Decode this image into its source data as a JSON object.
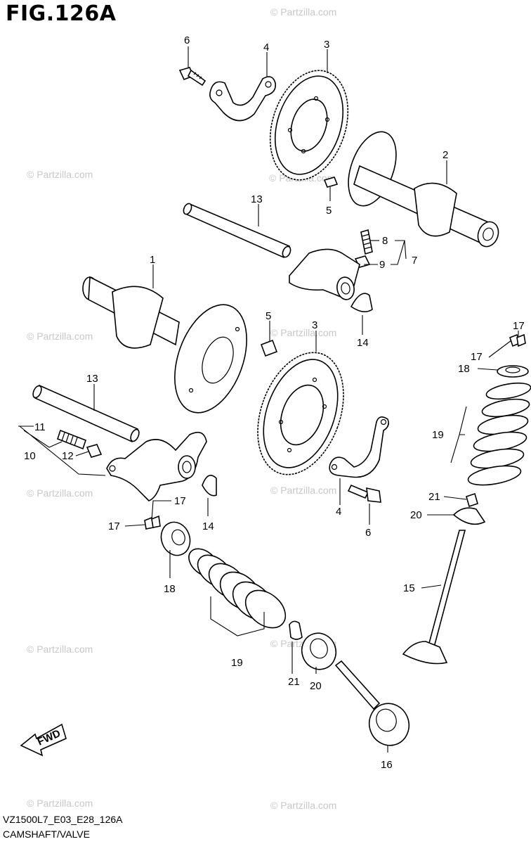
{
  "figure": {
    "title": "FIG.126A",
    "code": "VZ1500L7_E03_E28_126A",
    "name": "CAMSHAFT/VALVE"
  },
  "watermark": "© Partzilla.com",
  "fwd_label": "FWD",
  "callouts": [
    "1",
    "2",
    "3",
    "4",
    "5",
    "6",
    "7",
    "8",
    "9",
    "10",
    "11",
    "12",
    "13",
    "14",
    "15",
    "16",
    "17",
    "18",
    "19",
    "20",
    "21"
  ]
}
